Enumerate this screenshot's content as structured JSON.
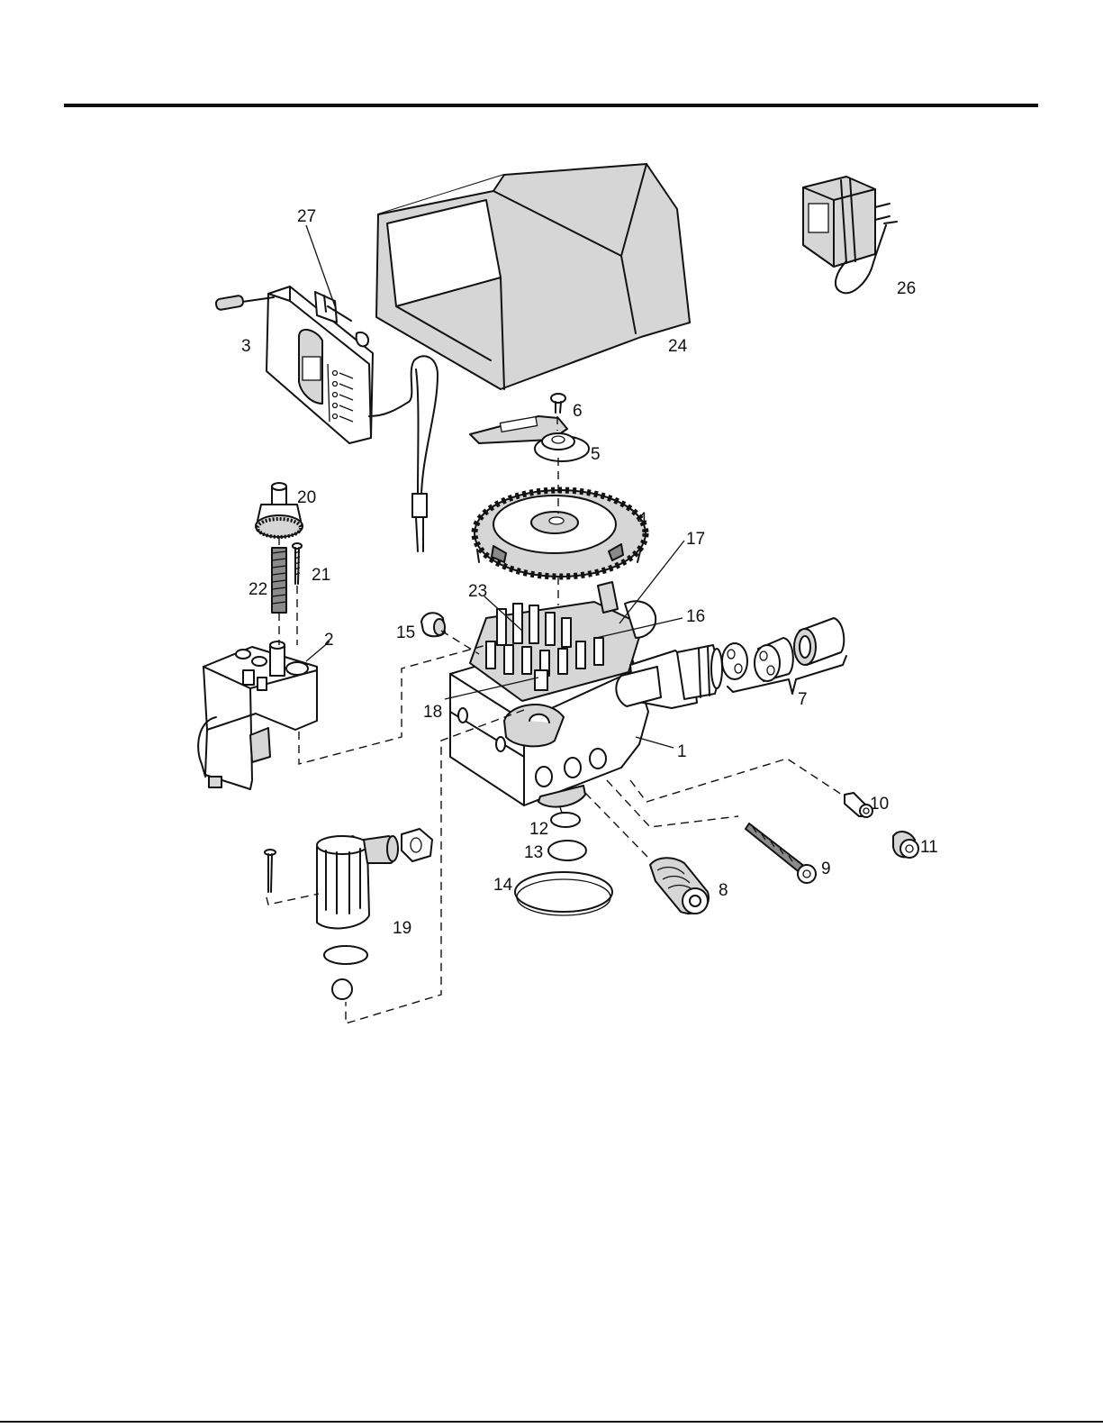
{
  "callouts": {
    "c1": "1",
    "c2": "2",
    "c3": "3",
    "c4": "4",
    "c5": "5",
    "c6": "6",
    "c7": "7",
    "c8": "8",
    "c9": "9",
    "c10": "10",
    "c11": "11",
    "c12": "12",
    "c13": "13",
    "c14": "14",
    "c15": "15",
    "c16": "16",
    "c17": "17",
    "c18": "18",
    "c19": "19",
    "c20": "20",
    "c21": "21",
    "c22": "22",
    "c23": "23",
    "c24": "24",
    "c26": "26",
    "c27": "27"
  }
}
